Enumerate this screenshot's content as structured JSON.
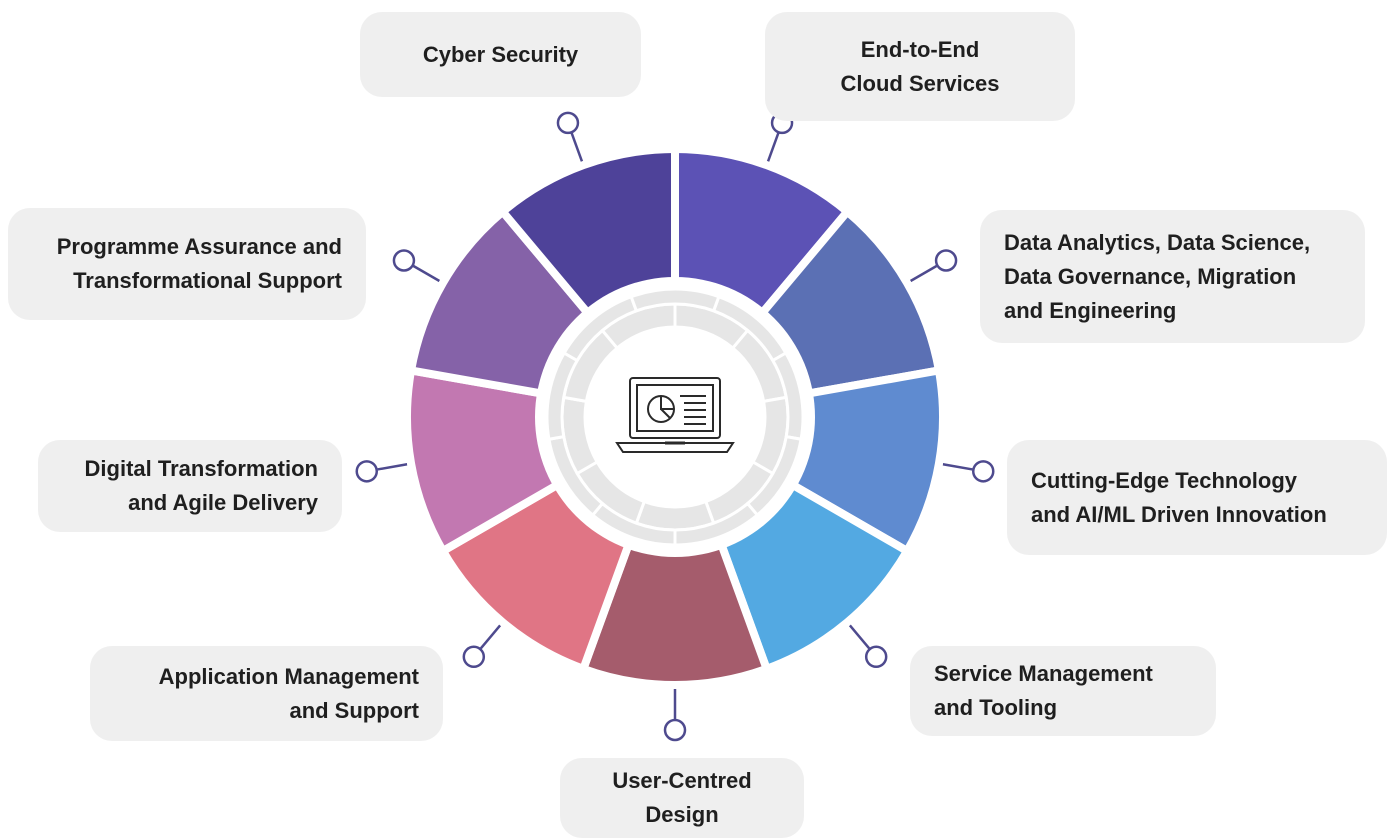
{
  "segments": [
    {
      "id": "cloud",
      "color": "#5c52b5",
      "lines": [
        "End-to-End",
        "Cloud Services"
      ]
    },
    {
      "id": "data",
      "color": "#5b70b4",
      "lines": [
        "Data Analytics, Data Science,",
        "Data Governance, Migration",
        "and Engineering"
      ]
    },
    {
      "id": "ai",
      "color": "#5f8bd0",
      "lines": [
        "Cutting-Edge Technology",
        "and AI/ML Driven Innovation"
      ]
    },
    {
      "id": "service",
      "color": "#53a9e2",
      "lines": [
        "Service Management",
        "and Tooling"
      ]
    },
    {
      "id": "ucd",
      "color": "#a55c6c",
      "lines": [
        "User-Centred",
        "Design"
      ]
    },
    {
      "id": "appmgmt",
      "color": "#e07585",
      "lines": [
        "Application Management",
        "and Support"
      ]
    },
    {
      "id": "digital",
      "color": "#c278b1",
      "lines": [
        "Digital Transformation",
        "and Agile Delivery"
      ]
    },
    {
      "id": "programme",
      "color": "#8562a8",
      "lines": [
        "Programme Assurance and",
        "Transformational Support"
      ]
    },
    {
      "id": "cyber",
      "color": "#4e4299",
      "lines": [
        "Cyber Security"
      ]
    }
  ],
  "colors": {
    "connector": "#4e4a8e",
    "label_bg": "#efefef",
    "inner_ring": "#e6e6e6",
    "icon_stroke": "#2a2a2a"
  },
  "center_icon": "laptop-pie-chart-icon"
}
